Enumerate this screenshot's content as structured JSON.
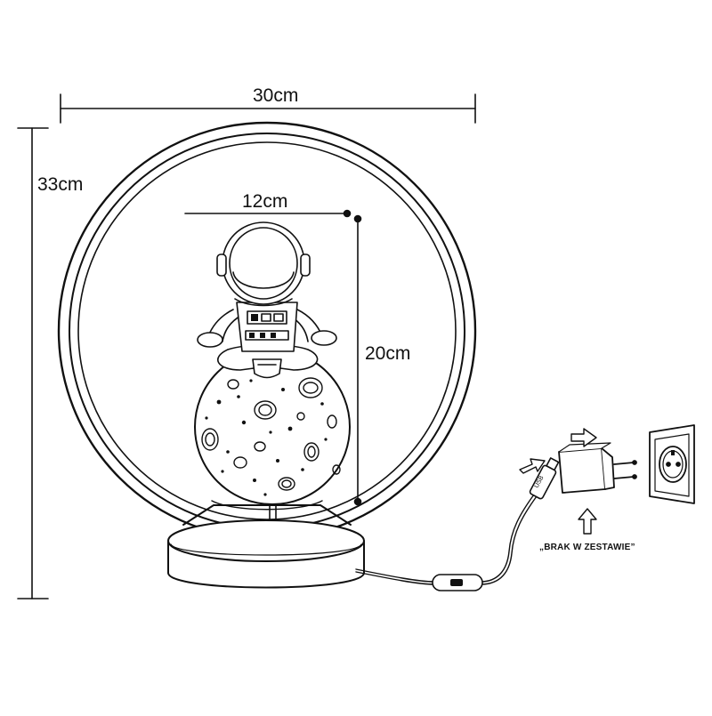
{
  "dimensions": {
    "width": "30cm",
    "height": "33cm",
    "figure_width": "12cm",
    "figure_height": "20cm"
  },
  "connector": {
    "usb_label": "USB"
  },
  "note": {
    "adapter_not_included": "„BRAK W ZESTAWIE”"
  },
  "colors": {
    "line": "#111111",
    "background": "#ffffff"
  }
}
